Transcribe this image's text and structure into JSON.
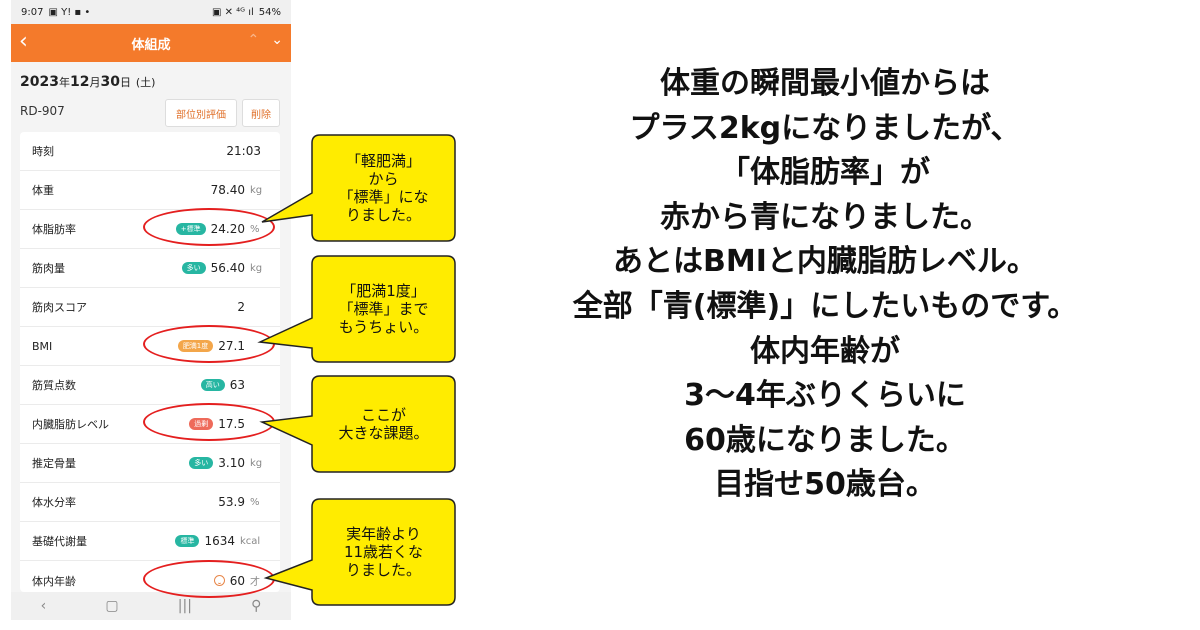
{
  "status_bar": {
    "time": "9:07",
    "left_icons": "▣ Y! ▪ •",
    "right_icons": "▣ ✕ ⁴ᴳ ıl",
    "battery": "54%"
  },
  "header": {
    "title": "体組成",
    "back_icon": "‹",
    "prev_icon": "⌃",
    "next_icon": "⌄"
  },
  "date": {
    "year": "2023",
    "year_suffix": "年",
    "month": "12",
    "month_suffix": "月",
    "day": "30",
    "day_suffix": "日",
    "weekday": "(土)"
  },
  "device": "RD-907",
  "buttons": {
    "part_eval": "部位別評価",
    "delete": "削除"
  },
  "rows": [
    {
      "label": "時刻",
      "badge": "",
      "value": "21:03",
      "unit": ""
    },
    {
      "label": "体重",
      "badge": "",
      "value": "78.40",
      "unit": "kg"
    },
    {
      "label": "体脂肪率",
      "badge": "+標準",
      "value": "24.20",
      "unit": "%"
    },
    {
      "label": "筋肉量",
      "badge": "多い",
      "value": "56.40",
      "unit": "kg"
    },
    {
      "label": "筋肉スコア",
      "badge": "",
      "value": "2",
      "unit": ""
    },
    {
      "label": "BMI",
      "badge": "肥満1度",
      "value": "27.1",
      "unit": ""
    },
    {
      "label": "筋質点数",
      "badge": "高い",
      "value": "63",
      "unit": ""
    },
    {
      "label": "内臓脂肪レベル",
      "badge": "過剰",
      "value": "17.5",
      "unit": ""
    },
    {
      "label": "推定骨量",
      "badge": "多い",
      "value": "3.10",
      "unit": "kg"
    },
    {
      "label": "体水分率",
      "badge": "",
      "value": "53.9",
      "unit": "%"
    },
    {
      "label": "基礎代謝量",
      "badge": "標準",
      "value": "1634",
      "unit": "kcal"
    },
    {
      "label": "体内年齢",
      "badge": "",
      "value": "60",
      "unit": "才"
    }
  ],
  "bottom_nav": {
    "back": "‹",
    "home": "▢",
    "recent": "|||",
    "accessibility": "⚲"
  },
  "callouts": [
    {
      "lines": [
        "「軽肥満」",
        "から",
        "「標準」にな",
        "りました。"
      ]
    },
    {
      "lines": [
        "「肥満1度」",
        "「標準」まで",
        "もうちょい。"
      ]
    },
    {
      "lines": [
        "ここが",
        "大きな課題。"
      ]
    },
    {
      "lines": [
        "実年齢より",
        "11歳若くな",
        "りました。"
      ]
    }
  ],
  "main_text": [
    "体重の瞬間最小値からは",
    "プラス2kgになりましたが、",
    "「体脂肪率」が",
    "赤から青になりました。",
    "あとはBMIと内臓脂肪レベル。",
    "全部「青(標準)」にしたいものです。",
    "体内年齢が",
    "3〜4年ぶりくらいに",
    "60歳になりました。",
    "目指せ50歳台。"
  ],
  "colors": {
    "header_orange": "#f47a2b",
    "callout_yellow": "#ffec00",
    "ellipse_red": "#e41f1f",
    "badge_teal": "#27b6a2"
  }
}
